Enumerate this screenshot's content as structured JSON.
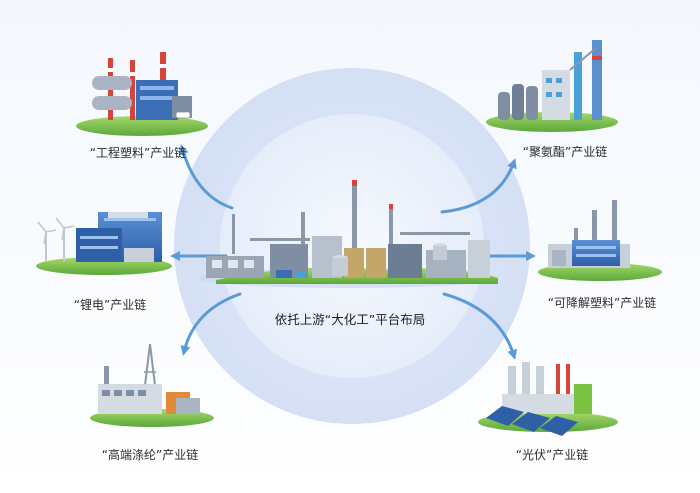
{
  "center": {
    "label": "依托上游“大化工”平台布局"
  },
  "chains": [
    {
      "id": "engineering-plastics",
      "label": "“工程塑料”产业链"
    },
    {
      "id": "polyamide-ester",
      "label": "“聚氨酯”产业链"
    },
    {
      "id": "lithium-battery",
      "label": "“锂电”产业链"
    },
    {
      "id": "degradable-plastics",
      "label": "“可降解塑料”产业链"
    },
    {
      "id": "high-end-polyester",
      "label": "“高端涤纶”产业链"
    },
    {
      "id": "photovoltaic",
      "label": "“光伏”产业链"
    }
  ],
  "colors": {
    "outer_circle": "#d7e1f6",
    "inner_circle": "#e8eefb",
    "arrow": "#5b9bd5",
    "grass": "#7cc242",
    "building_blue": "#3a6fb5",
    "chimney_red": "#d9443a"
  }
}
